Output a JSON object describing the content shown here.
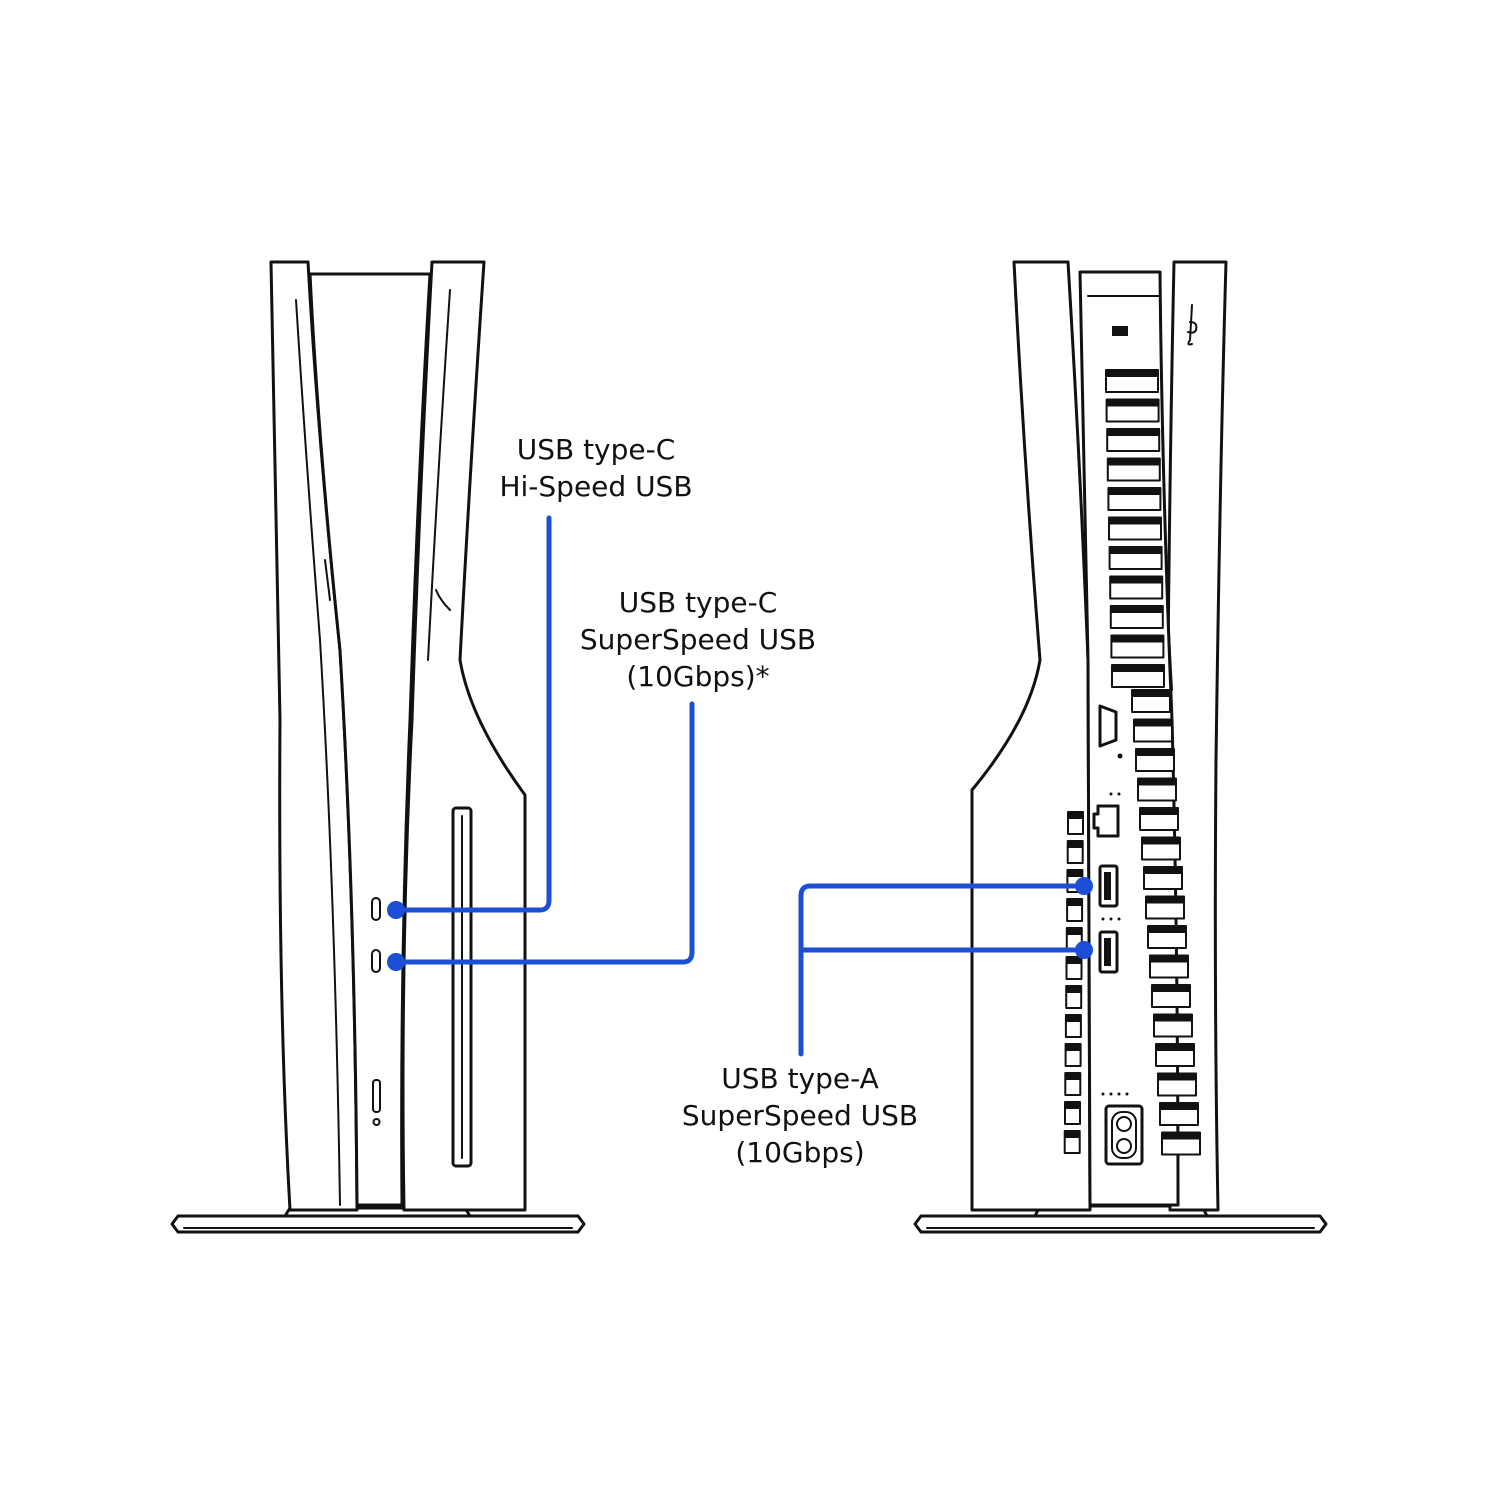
{
  "accent_color": "#1a4fd6",
  "callouts": {
    "usb_c_hispeed": {
      "line1": "USB type-C",
      "line2": "Hi-Speed USB"
    },
    "usb_c_superspeed": {
      "line1": "USB type-C",
      "line2": "SuperSpeed USB",
      "line3": "(10Gbps)*"
    },
    "usb_a_superspeed": {
      "line1": "USB type-A",
      "line2": "SuperSpeed USB",
      "line3": "(10Gbps)"
    }
  },
  "icons": [
    "usb-c-port-icon",
    "usb-a-port-icon",
    "hdmi-port-icon",
    "ethernet-port-icon",
    "power-inlet-icon",
    "power-button-icon",
    "logo-icon"
  ]
}
